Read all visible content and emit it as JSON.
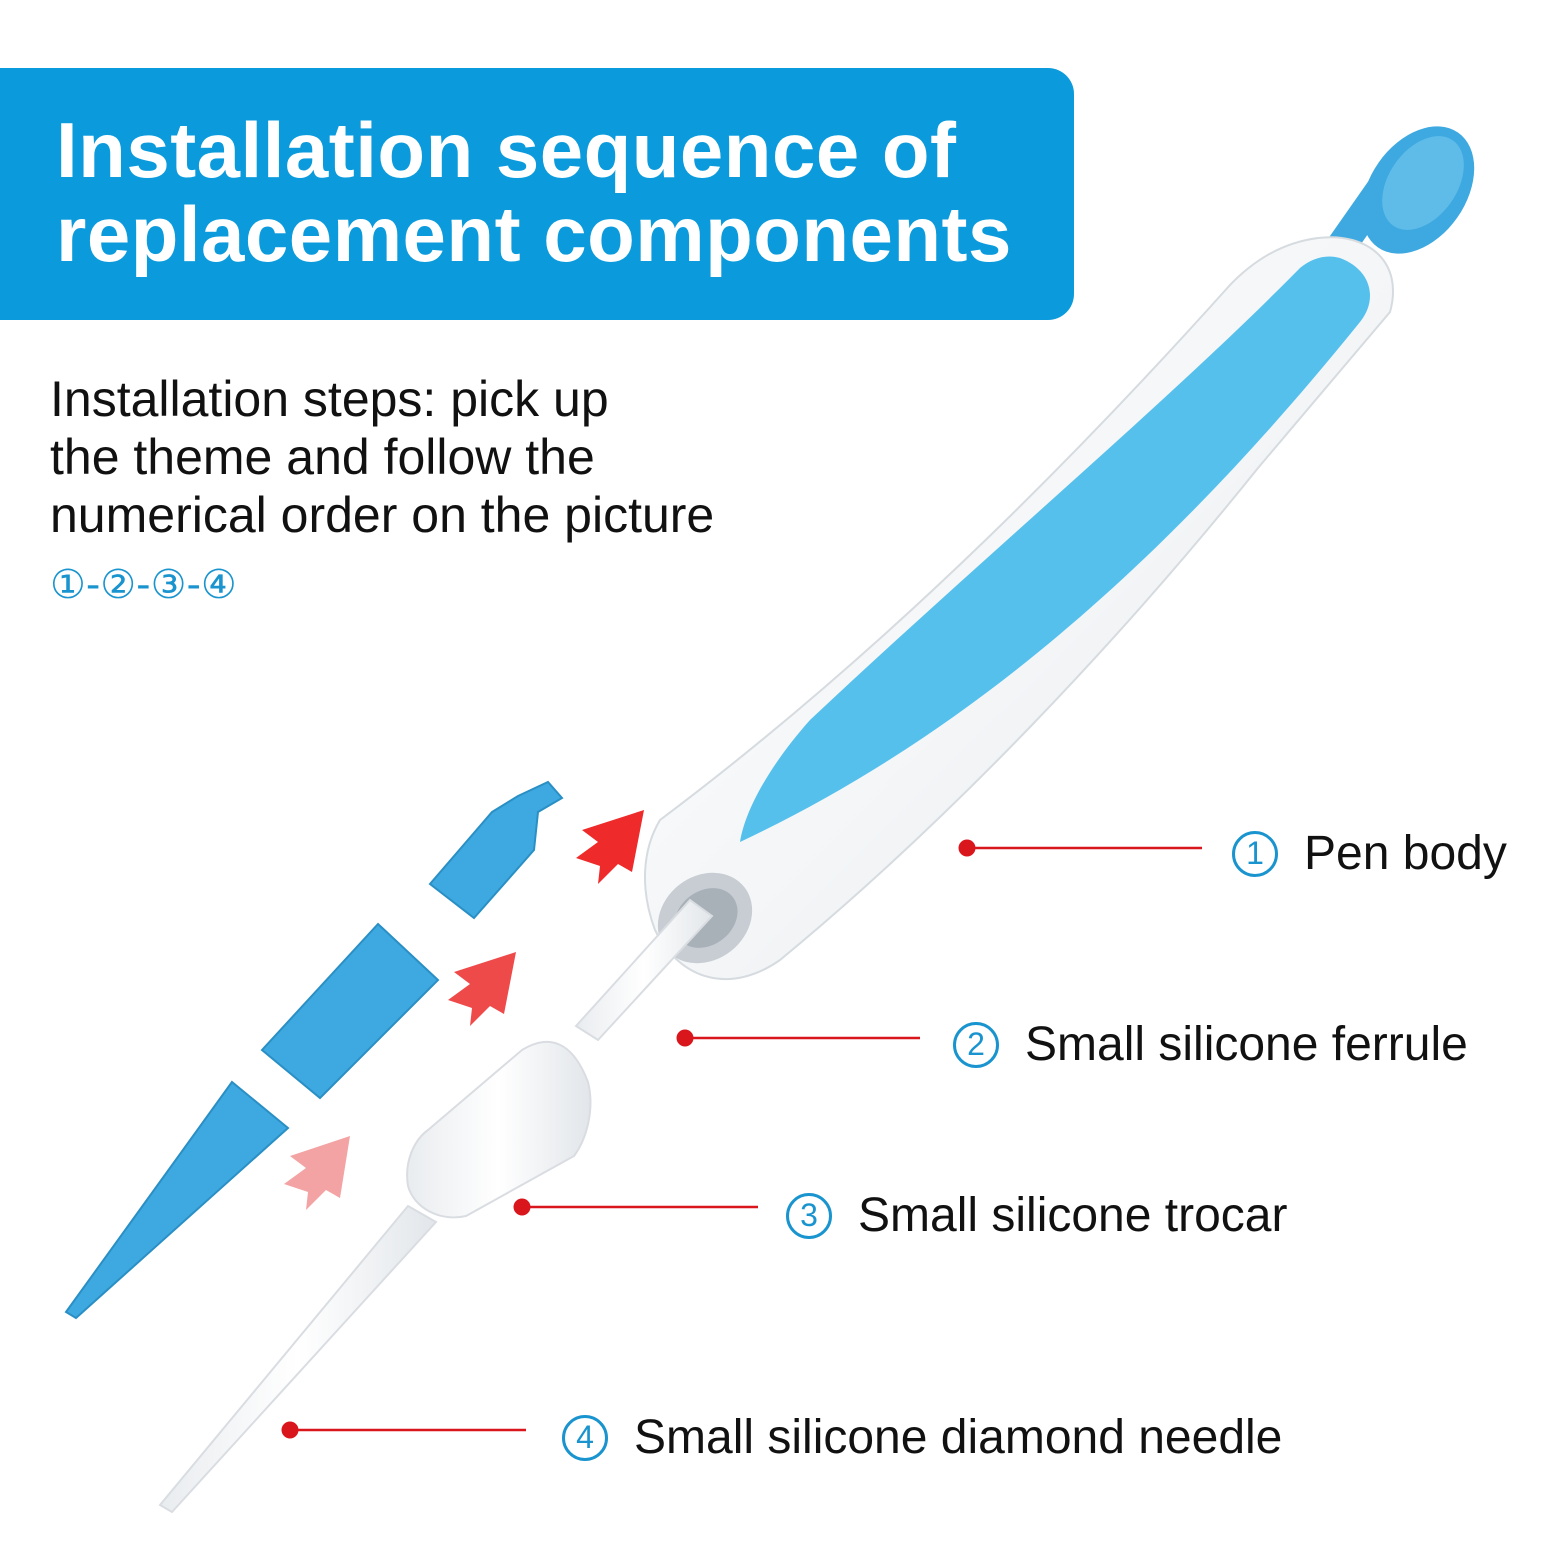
{
  "banner": {
    "title_line1": "Installation sequence of",
    "title_line2": "replacement components"
  },
  "steps": {
    "line1": "Installation steps: pick up",
    "line2": "the theme and follow the",
    "line3": "numerical order on the picture",
    "order": "①-②-③-④"
  },
  "components": [
    {
      "number": "1",
      "label": "Pen body"
    },
    {
      "number": "2",
      "label": "Small silicone ferrule"
    },
    {
      "number": "3",
      "label": "Small silicone trocar"
    },
    {
      "number": "4",
      "label": "Small silicone diamond needle"
    }
  ],
  "colors": {
    "brand_blue": "#0b9bdc",
    "part_blue": "#3ea9e0",
    "grip_blue": "#55c0ec",
    "leader_red": "#d9161c",
    "arrow_red": "#ee2a2a",
    "number_blue": "#1a94cf"
  }
}
